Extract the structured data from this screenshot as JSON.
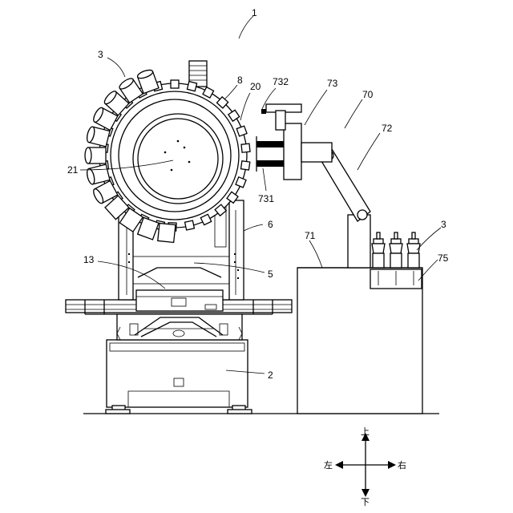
{
  "labels": {
    "n1": "1",
    "n3a": "3",
    "n8": "8",
    "n20": "20",
    "n732": "732",
    "n73": "73",
    "n70": "70",
    "n72": "72",
    "n21": "21",
    "n731": "731",
    "n6": "6",
    "n71": "71",
    "n3b": "3",
    "n75": "75",
    "n13": "13",
    "n5": "5",
    "n2": "2"
  },
  "compass": {
    "up": "上",
    "down": "下",
    "left": "左",
    "right": "右"
  }
}
